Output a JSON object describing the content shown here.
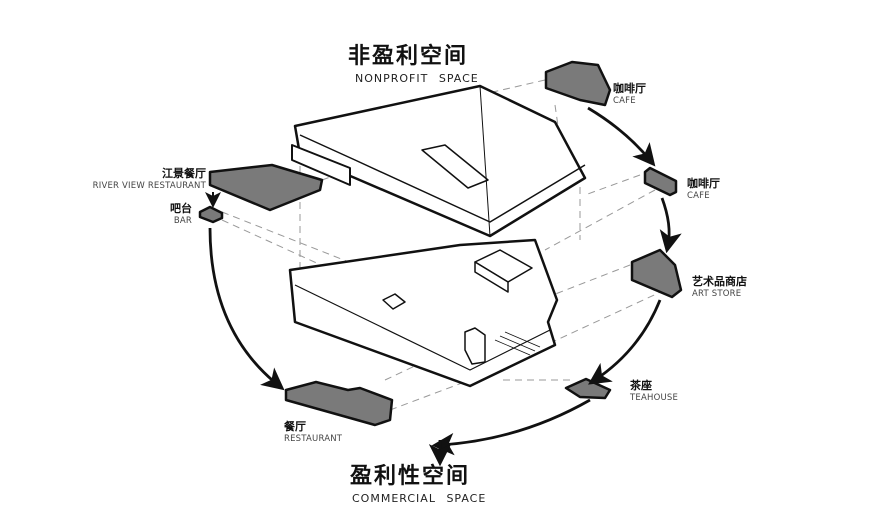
{
  "top_title": {
    "zh": "非盈利空间",
    "en": "NONPROFIT SPACE"
  },
  "bottom_title": {
    "zh": "盈利性空间",
    "en": "COMMERCIAL SPACE"
  },
  "spaces": [
    {
      "id": "cafe-upper",
      "zh": "咖啡厅",
      "en": "CAFE"
    },
    {
      "id": "cafe-lower",
      "zh": "咖啡厅",
      "en": "CAFE"
    },
    {
      "id": "art-store",
      "zh": "艺术品商店",
      "en": "ART STORE"
    },
    {
      "id": "teahouse",
      "zh": "茶座",
      "en": "TEAHOUSE"
    },
    {
      "id": "restaurant",
      "zh": "餐厅",
      "en": "RESTAURANT"
    },
    {
      "id": "river-view-restaurant",
      "zh": "江景餐厅",
      "en": "RIVER VIEW RESTAURANT"
    },
    {
      "id": "bar",
      "zh": "吧台",
      "en": "BAR"
    }
  ],
  "colors": {
    "fill": "#7a7a7a",
    "stroke": "#111111",
    "dash": "#999999"
  }
}
